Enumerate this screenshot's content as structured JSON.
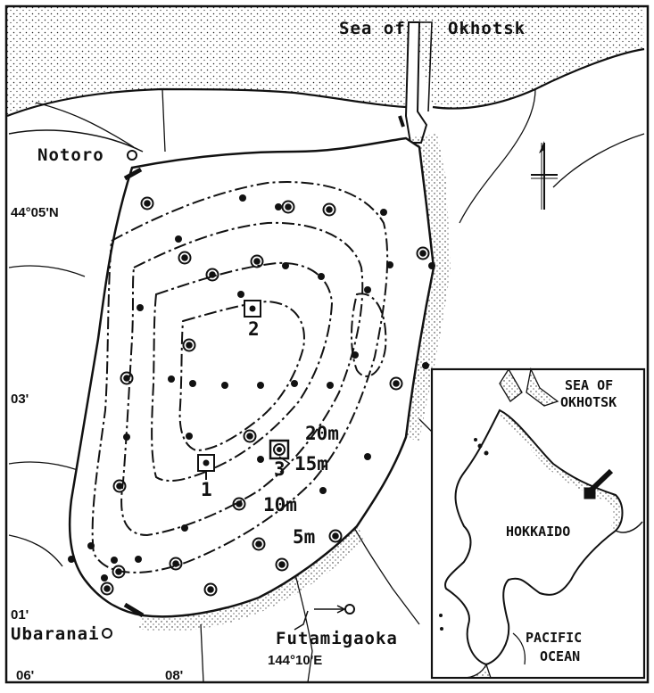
{
  "map": {
    "sea_label": "Sea of",
    "sea_label_2": "Okhotsk",
    "places": {
      "notoro": "Notoro",
      "ubaranai": "Ubaranai",
      "futamigaoka": "Futamigaoka"
    },
    "latitudes": {
      "lat_0505": "44°05'N",
      "lat_03": "03'",
      "lat_01": "01'"
    },
    "longitudes": {
      "lon_06": "06'",
      "lon_08": "08'",
      "lon_10": "144°10'E"
    },
    "depth_contours": {
      "d20": "20m",
      "d15": "15m",
      "d10": "10m",
      "d5": "5m"
    },
    "stations": {
      "s1": "1",
      "s2": "2",
      "s3": "3"
    },
    "inset": {
      "sea_line1": "SEA OF",
      "sea_line2": "OKHOTSK",
      "island": "HOKKAIDO",
      "ocean_line1": "PACIFIC",
      "ocean_line2": "OCEAN"
    },
    "colors": {
      "ink": "#111111",
      "paper": "#ffffff"
    },
    "icons": [
      "north-arrow-icon",
      "station-dot-icon",
      "station-ringed-dot-icon",
      "station-square-icon",
      "town-circle-icon"
    ]
  }
}
